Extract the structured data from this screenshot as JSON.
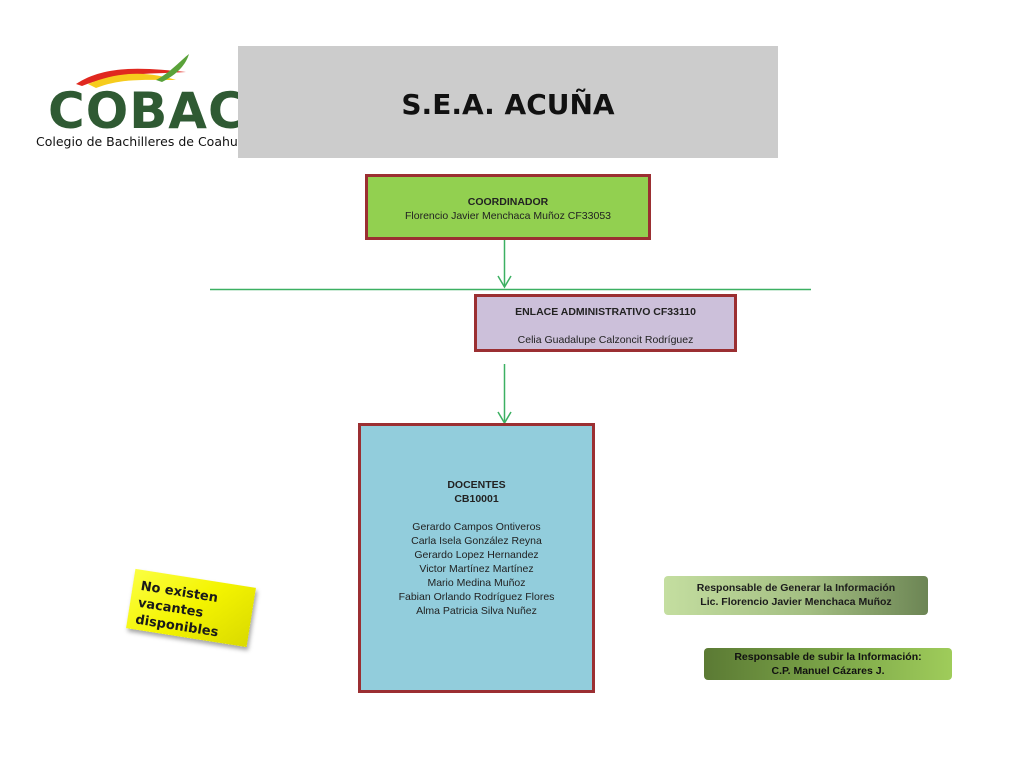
{
  "logo": {
    "name": "COBAC",
    "subtitle": "Colegio de Bachilleres de Coahuila",
    "colors": {
      "green": "#2f5a33",
      "red": "#e0281f",
      "yellow": "#f6cc1d",
      "leaf": "#5aa23a"
    }
  },
  "header": {
    "title": "S.E.A. ACUÑA"
  },
  "org": {
    "coordinator": {
      "role": "COORDINADOR",
      "person": "Florencio Javier Menchaca Muñoz CF33053"
    },
    "enlace": {
      "role": "ENLACE ADMINISTRATIVO  CF33110",
      "person": "Celia Guadalupe Calzoncit Rodríguez"
    },
    "docentes": {
      "role": "DOCENTES",
      "code": "CB10001",
      "members": [
        "Gerardo Campos Ontiveros",
        "Carla Isela González Reyna",
        "Gerardo Lopez Hernandez",
        "Victor Martínez Martínez",
        "Mario Medina Muñoz",
        "Fabian Orlando Rodríguez Flores",
        "Alma Patricia Silva Nuñez"
      ]
    }
  },
  "note": {
    "text": "No existen vacantes disponibles"
  },
  "responsables": {
    "generar": {
      "label": "Responsable de Generar la Información",
      "name": "Lic. Florencio Javier Menchaca Muñoz"
    },
    "subir": {
      "label": "Responsable de subir la Información:",
      "name": "C.P. Manuel Cázares J."
    }
  },
  "colors": {
    "coordinator_fill": "#92d050",
    "enlace_fill": "#ccc0da",
    "docentes_fill": "#92cddc",
    "box_border": "#9b2f32",
    "connector": "#3cb062",
    "header_fill": "#cccccc",
    "note_fill": "#f4f400"
  }
}
